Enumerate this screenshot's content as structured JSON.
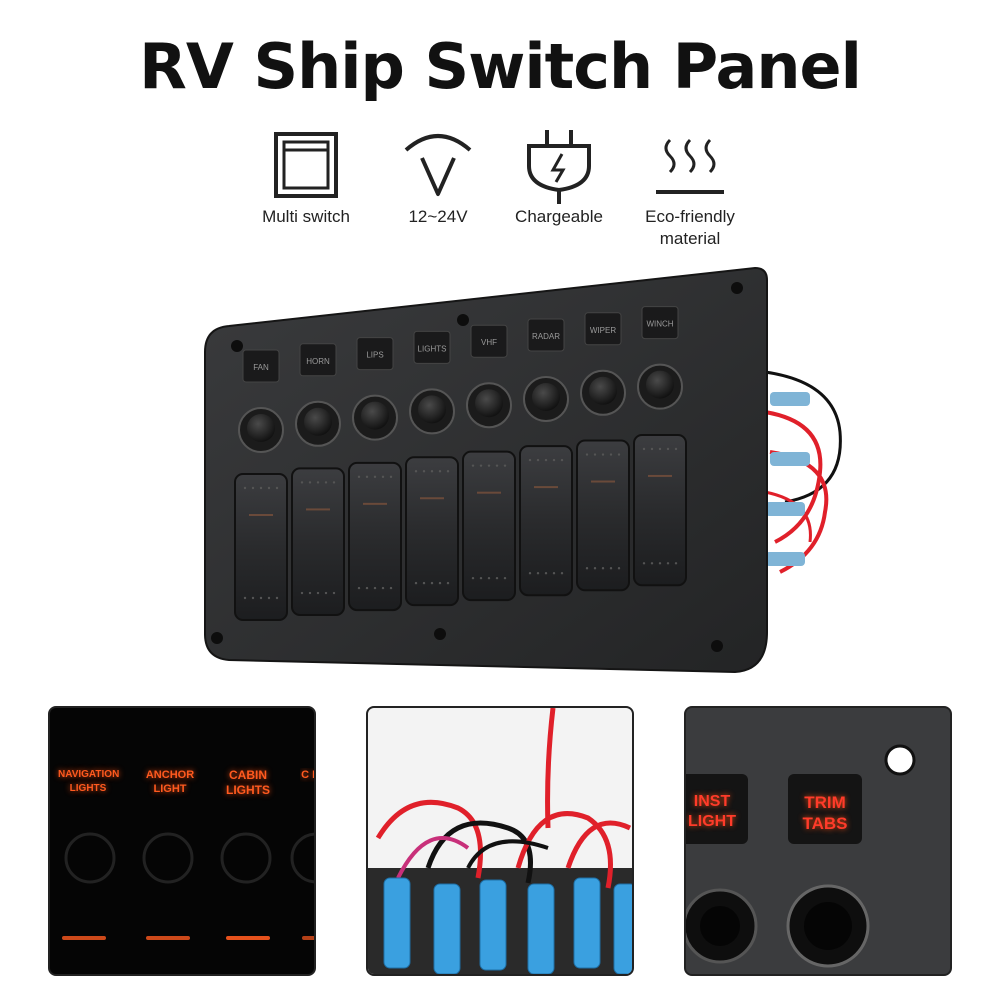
{
  "title": "RV Ship Switch Panel",
  "features": [
    {
      "icon": "multi-switch-icon",
      "label": "Multi switch"
    },
    {
      "icon": "voltage-icon",
      "label": "12~24V"
    },
    {
      "icon": "plug-charge-icon",
      "label": "Chargeable"
    },
    {
      "icon": "heat-waves-icon",
      "label": "Eco-friendly material"
    }
  ],
  "panel": {
    "switch_labels": [
      "FAN",
      "HORN",
      "LIPS",
      "LIGHTS",
      "VHF",
      "RADAR",
      "WIPER",
      "WINCH"
    ]
  },
  "insets": {
    "night_labels": [
      "NAVIGATION LIGHTS",
      "ANCHOR LIGHT",
      "CABIN LIGHTS",
      "C L"
    ],
    "closeup_labels": [
      "INST LIGHT",
      "TRIM TABS"
    ]
  },
  "colors": {
    "panel": "#2b2c2e",
    "glow": "#ff5a1f",
    "wire_red": "#e0202a",
    "connector_blue": "#3aa0e0"
  }
}
